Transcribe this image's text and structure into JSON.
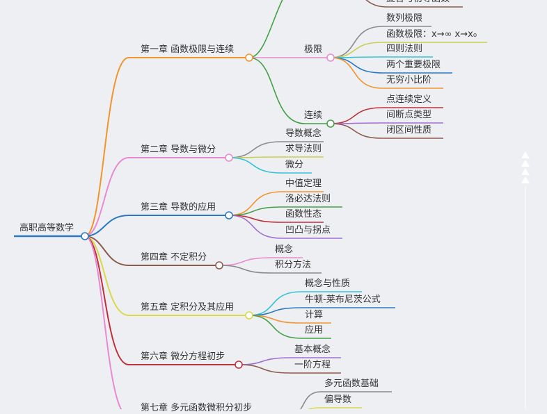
{
  "root": {
    "label": "高职高等数学",
    "color": "#2b78c2"
  },
  "top_leaf": {
    "label": "复合与初等函数",
    "color": "#8b5a4a"
  },
  "chapters": [
    {
      "label": "第一章 函数极限与连续",
      "color": "#f0952e",
      "children": [
        {
          "label": "极限",
          "color": "#e88ad0",
          "children": [
            {
              "label": "数列极限",
              "color": "#8a8a8a"
            },
            {
              "label": "函数极限：x→∞ x→x₀",
              "color": "#c9cf52"
            },
            {
              "label": "四则法则",
              "color": "#33c3d9"
            },
            {
              "label": "两个重要极限",
              "color": "#2b78c2"
            },
            {
              "label": "无穷小比阶",
              "color": "#f0952e"
            }
          ]
        },
        {
          "label": "连续",
          "color": "#45a045",
          "children": [
            {
              "label": "点连续定义",
              "color": "#c0303a"
            },
            {
              "label": "间断点类型",
              "color": "#a070d0"
            },
            {
              "label": "闭区间性质",
              "color": "#8b5a4a"
            }
          ]
        }
      ]
    },
    {
      "label": "第二章 导数与微分",
      "color": "#e88ad0",
      "children": [
        {
          "label": "导数概念",
          "color": "#8a8a8a"
        },
        {
          "label": "求导法则",
          "color": "#c9cf52"
        },
        {
          "label": "微分",
          "color": "#33c3d9"
        }
      ]
    },
    {
      "label": "第三章 导数的应用",
      "color": "#2b78c2",
      "children": [
        {
          "label": "中值定理",
          "color": "#f0952e"
        },
        {
          "label": "洛必达法则",
          "color": "#45a045"
        },
        {
          "label": "函数性态",
          "color": "#c0303a"
        },
        {
          "label": "凹凸与拐点",
          "color": "#a070d0"
        }
      ]
    },
    {
      "label": "第四章 不定积分",
      "color": "#8b5a4a",
      "children": [
        {
          "label": "概念",
          "color": "#e88ad0"
        },
        {
          "label": "积分方法",
          "color": "#8a8a8a"
        }
      ]
    },
    {
      "label": "第五章 定积分及其应用",
      "color": "#d8d84a",
      "children": [
        {
          "label": "概念与性质",
          "color": "#33c3d9"
        },
        {
          "label": "牛顿-莱布尼茨公式",
          "color": "#2b78c2"
        },
        {
          "label": "计算",
          "color": "#f0952e"
        },
        {
          "label": "应用",
          "color": "#45a045"
        }
      ]
    },
    {
      "label": "第六章 微分方程初步",
      "color": "#c0303a",
      "children": [
        {
          "label": "基本概念",
          "color": "#a070d0"
        },
        {
          "label": "一阶方程",
          "color": "#8b5a4a"
        }
      ]
    },
    {
      "label": "第七章 多元函数微积分初步",
      "color": "#e88ad0",
      "children": [
        {
          "label": "多元函数基础",
          "color": "#8a8a8a"
        },
        {
          "label": "偏导数",
          "color": "#d8d84a"
        }
      ]
    }
  ]
}
